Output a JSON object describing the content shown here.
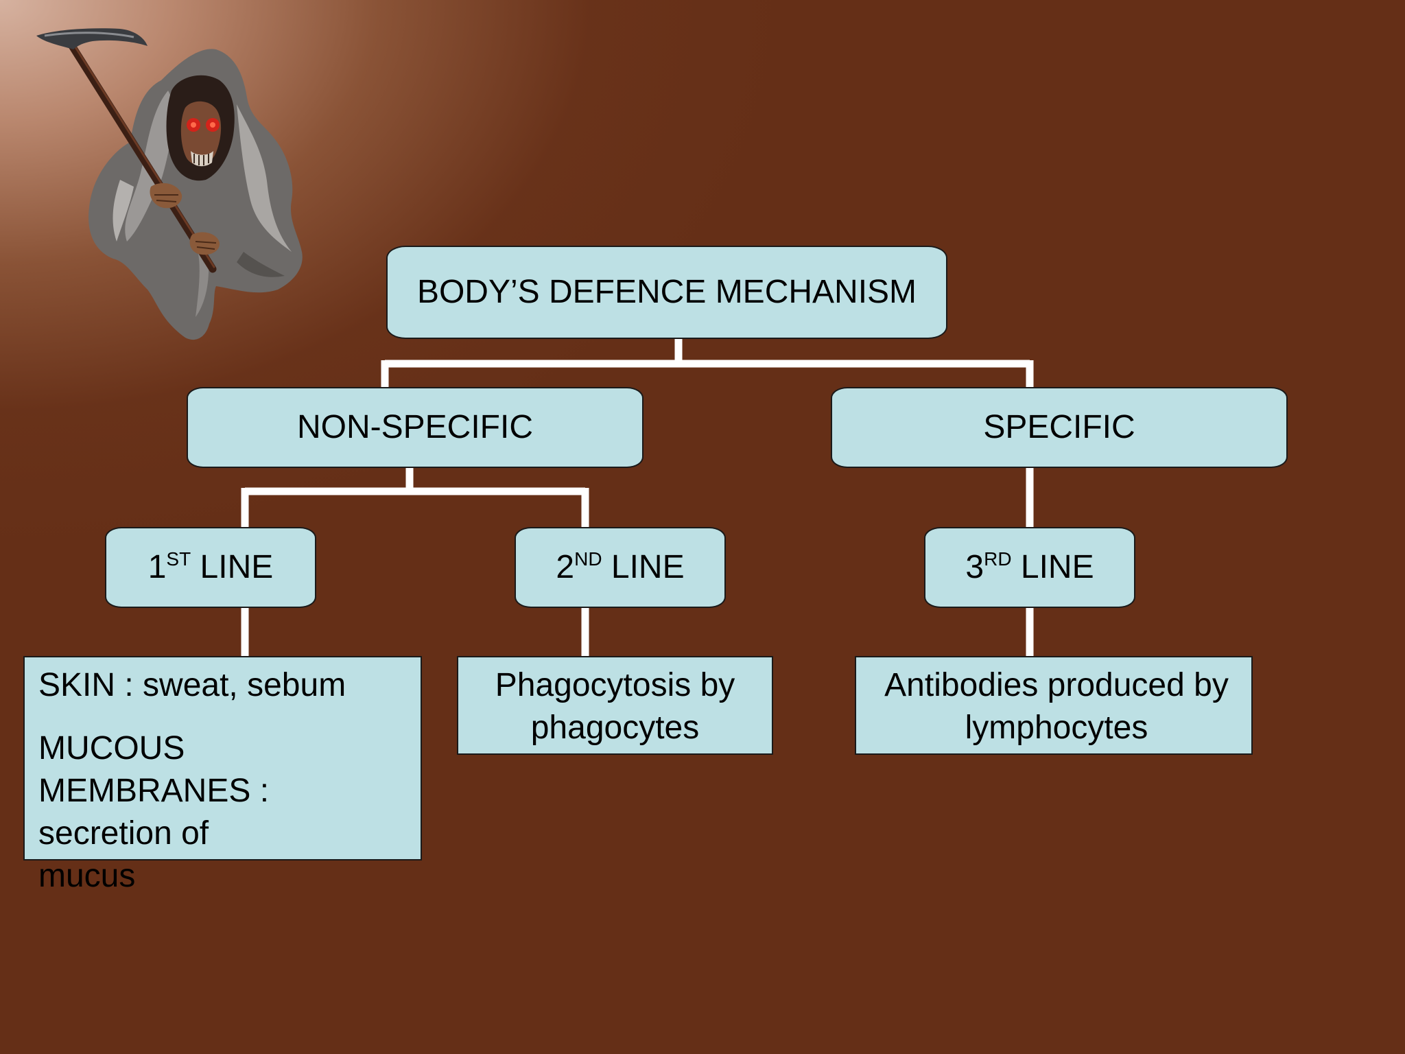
{
  "diagram": {
    "root": "BODY’S DEFENCE MECHANISM",
    "branches": [
      {
        "label": "NON-SPECIFIC",
        "lines": [
          {
            "number": "1",
            "suffix": "ST",
            "word": "LINE",
            "description": [
              "SKIN : sweat, sebum",
              "MUCOUS MEMBRANES : secretion of mucus"
            ]
          },
          {
            "number": "2",
            "suffix": "ND",
            "word": "LINE",
            "description": [
              "Phagocytosis by phagocytes"
            ]
          }
        ]
      },
      {
        "label": "SPECIFIC",
        "lines": [
          {
            "number": "3",
            "suffix": "RD",
            "word": "LINE",
            "description": [
              "Antibodies produced by lymphocytes"
            ]
          }
        ]
      }
    ]
  },
  "decoration": {
    "image": "grim-reaper-with-scythe"
  },
  "colors": {
    "background": "#652f17",
    "background_highlight": "#d6b2a0",
    "box_fill": "#bde0e4",
    "connector": "#ffffff"
  }
}
